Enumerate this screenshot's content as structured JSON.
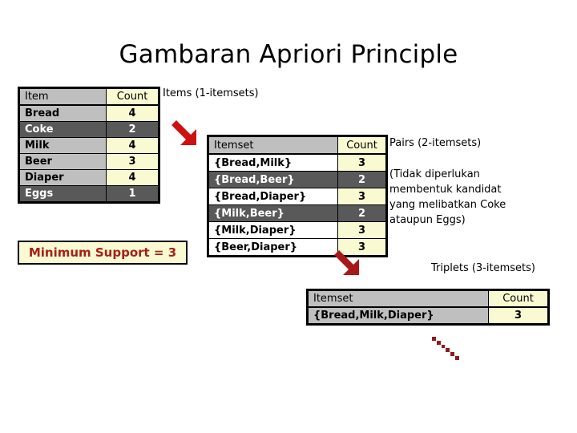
{
  "slide": {
    "title": "Gambaran Apriori Principle",
    "background_color": "#ffffff"
  },
  "colors": {
    "label_cell": "#bfbfbf",
    "count_cell": "#fafad2",
    "pruned_row": "#595959",
    "pruned_text": "#ffffff",
    "arrow_red": "#cc1111",
    "minsup_text": "#a52019",
    "border": "#000000"
  },
  "tables": {
    "items": {
      "name": "Items (1-itemsets)",
      "headers": [
        "Item",
        "Count"
      ],
      "rows": [
        {
          "label": "Bread",
          "count": "4",
          "pruned": false
        },
        {
          "label": "Coke",
          "count": "2",
          "pruned": true
        },
        {
          "label": "Milk",
          "count": "4",
          "pruned": false
        },
        {
          "label": "Beer",
          "count": "3",
          "pruned": false
        },
        {
          "label": "Diaper",
          "count": "4",
          "pruned": false
        },
        {
          "label": "Eggs",
          "count": "1",
          "pruned": true
        }
      ]
    },
    "pairs": {
      "name": "Pairs (2-itemsets)",
      "headers": [
        "Itemset",
        "Count"
      ],
      "rows": [
        {
          "label": "{Bread,Milk}",
          "count": "3",
          "pruned": false
        },
        {
          "label": "{Bread,Beer}",
          "count": "2",
          "pruned": true
        },
        {
          "label": "{Bread,Diaper}",
          "count": "3",
          "pruned": false
        },
        {
          "label": "{Milk,Beer}",
          "count": "2",
          "pruned": true
        },
        {
          "label": "{Milk,Diaper}",
          "count": "3",
          "pruned": false
        },
        {
          "label": "{Beer,Diaper}",
          "count": "3",
          "pruned": false
        }
      ]
    },
    "triplets": {
      "name": "Triplets (3-itemsets)",
      "headers": [
        "Itemset",
        "Count"
      ],
      "rows": [
        {
          "label": "{Bread,Milk,Diaper}",
          "count": "3",
          "pruned": false
        }
      ]
    }
  },
  "labels": {
    "items": "Items (1-itemsets)",
    "pairs": "Pairs (2-itemsets)",
    "triplets": "Triplets (3-itemsets)",
    "prune_note": "(Tidak diperlukan membentuk kandidat yang melibatkan Coke ataupun Eggs)"
  },
  "minimum_support": {
    "text": "Minimum Support = 3",
    "value": 3
  },
  "icons": {
    "arrow_items_to_pairs": "arrow-down-right-icon",
    "arrow_pairs_to_triplets": "arrow-down-right-icon",
    "dot_trail": "dotted-diagonal-icon"
  }
}
